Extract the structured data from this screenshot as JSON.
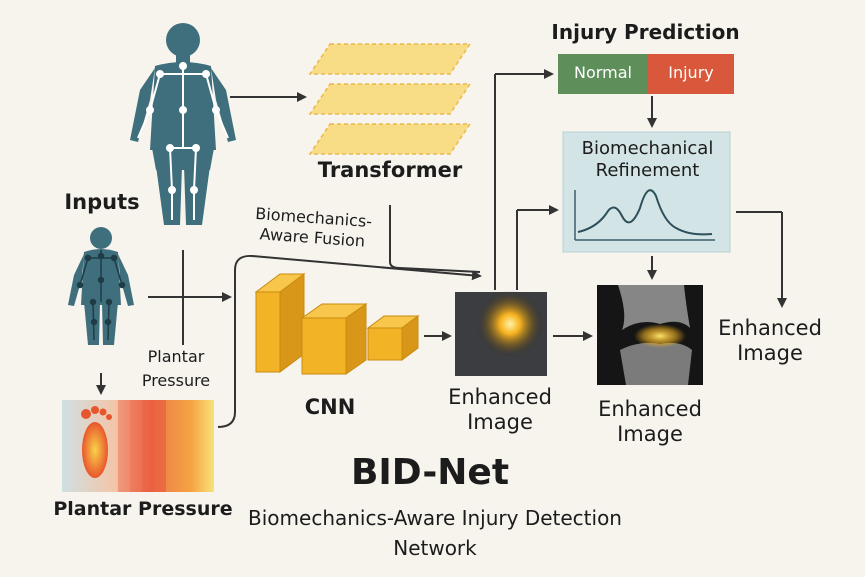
{
  "labels": {
    "inputs": "Inputs",
    "transformer": "Transformer",
    "fusion": "Biomechanics-\nAware Fusion",
    "plantar_side": "Plantar Pressure",
    "cnn": "CNN",
    "enhanced_image_1": "Enhanced Image",
    "enhanced_image_2": "Enhanced Image",
    "enhanced_image_3": "Enhanced Image",
    "injury_prediction": "Injury Prediction",
    "normal": "Normal",
    "injury": "Injury",
    "biomechanical_refinement": "Biomechanical Refinement",
    "plantar_bottom": "Plantar Pressure",
    "title": "BID-Net",
    "subtitle": "Biomechanics-Aware Injury Detection Network"
  },
  "colors": {
    "background": "#f7f4ee",
    "body_silhouette": "#3f6f7d",
    "skeleton": "#ffffff",
    "transformer_layer": "#f8dc86",
    "cnn_block": "#f2b326",
    "normal_box": "#5e8f5a",
    "injury_box": "#d9573a",
    "refinement_panel": "#d3e4e6",
    "arrow": "#333333"
  }
}
